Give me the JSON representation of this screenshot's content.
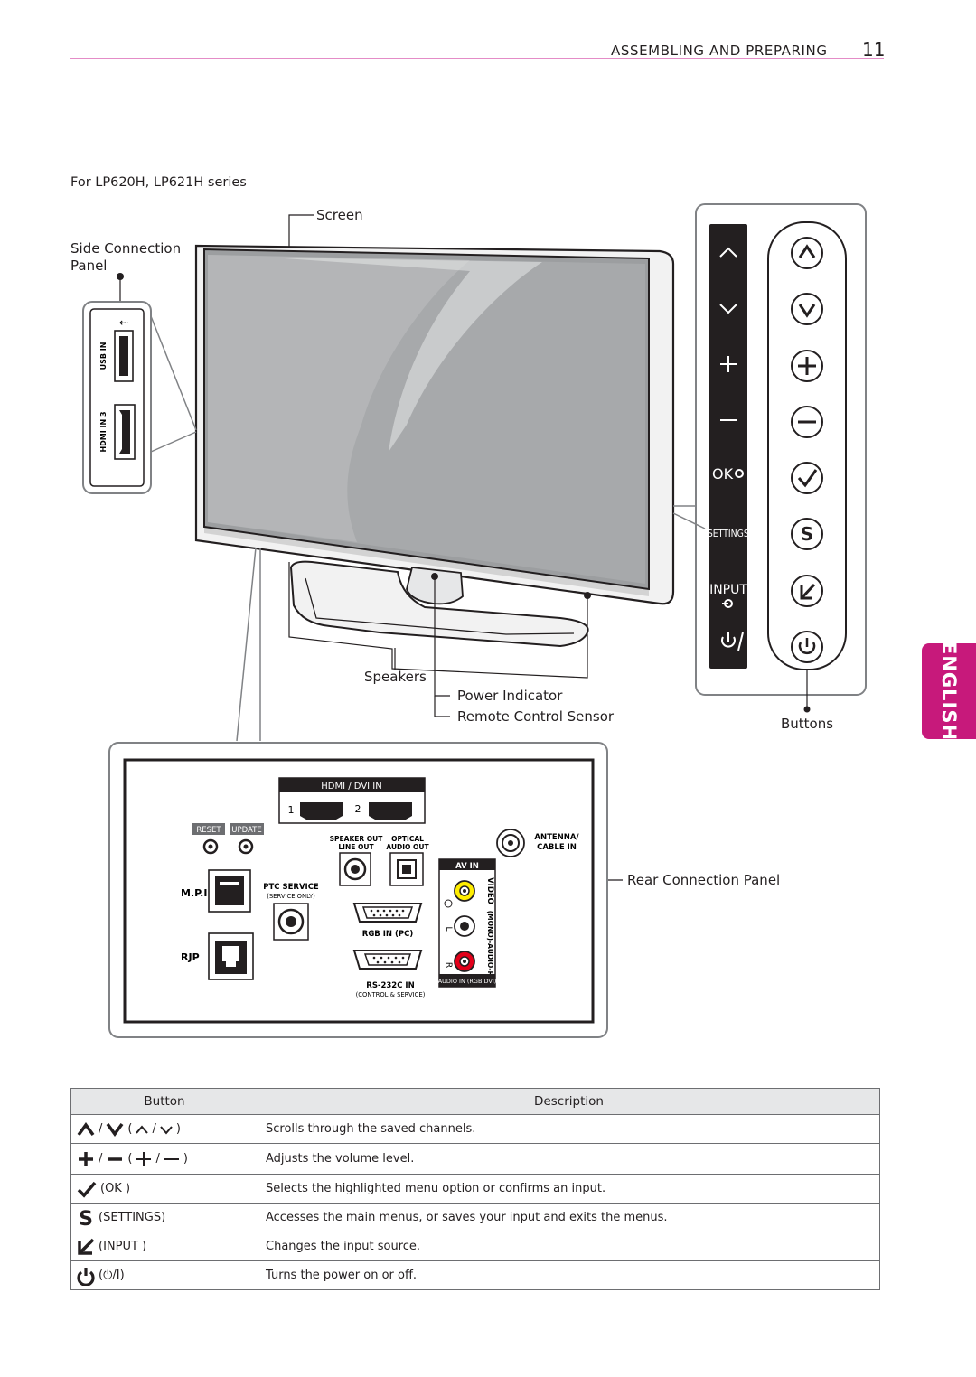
{
  "header": {
    "section": "ASSEMBLING AND PREPARING",
    "page": "11"
  },
  "series_title": "For LP620H, LP621H series",
  "side_tab": "ENGLISH",
  "tv": {
    "screen": "Screen",
    "side_panel": "Side Connection\nPanel",
    "speakers": "Speakers",
    "power_indicator": "Power Indicator",
    "remote_sensor": "Remote Control Sensor",
    "buttons": "Buttons",
    "rear_panel": "Rear Connection Panel"
  },
  "side_ports": {
    "usb": "USB IN",
    "hdmi": "HDMI IN 3"
  },
  "button_strip": {
    "ok": "OK",
    "settings": "SETTINGS",
    "input": "INPUT"
  },
  "rear_ports": {
    "hdmi": "HDMI / DVI IN",
    "hdmi_1": "1",
    "hdmi_2": "2",
    "reset": "RESET",
    "update": "UPDATE",
    "speaker_out": "SPEAKER OUT",
    "line_out": "LINE OUT",
    "optical": "OPTICAL",
    "audio_out": "AUDIO OUT",
    "antenna": "ANTENNA/",
    "cable_in": "CABLE IN",
    "av_in": "AV IN",
    "mpi": "M.P.I",
    "rjp": "RJP",
    "ptc": "PTC SERVICE",
    "service_only": "(SERVICE ONLY)",
    "rgb_in": "RGB IN (PC)",
    "rs232": "RS-232C IN",
    "control_service": "(CONTROL & SERVICE)",
    "video": "VIDEO",
    "l": "L",
    "r": "R",
    "audio_label": "(MONO)-AUDIO-R",
    "audio_in_rgb": "AUDIO IN (RGB DVI)"
  },
  "table": {
    "headers": [
      "Button",
      "Description"
    ],
    "rows": [
      {
        "icons": [
          "up-circle",
          "down-circle",
          "up",
          "down"
        ],
        "text": "",
        "desc": "Scrolls through the saved channels."
      },
      {
        "icons": [
          "plus",
          "minus",
          "plus",
          "minus"
        ],
        "text": "",
        "desc": "Adjusts the volume level."
      },
      {
        "icons": [
          "check"
        ],
        "text": "(OK )",
        "desc": "Selects the highlighted menu option or confirms an input."
      },
      {
        "icons": [
          "s"
        ],
        "text": "(SETTINGS)",
        "desc": "Accesses the main menus, or saves your input and exits the menus."
      },
      {
        "icons": [
          "input"
        ],
        "text": "(INPUT )",
        "desc": "Changes the input source."
      },
      {
        "icons": [
          "power"
        ],
        "text": "(⏻/I)",
        "desc": "Turns the power on or off."
      }
    ]
  }
}
